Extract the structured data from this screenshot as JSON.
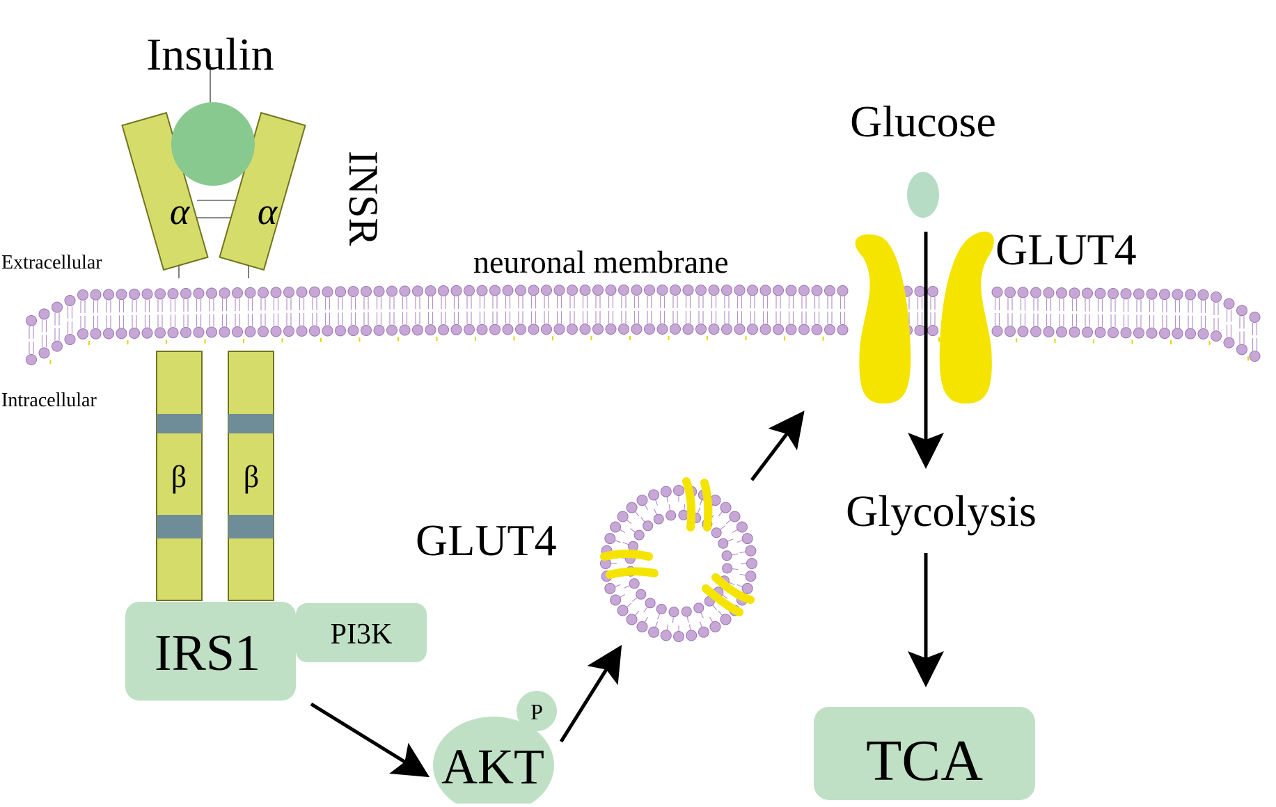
{
  "labels": {
    "insulin": "Insulin",
    "insr": "INSR",
    "alpha": "α",
    "beta": "β",
    "extracellular": "Extracellular",
    "intracellular": "Intracellular",
    "membrane": "neuronal membrane",
    "glucose": "Glucose",
    "glut4_membrane": "GLUT4",
    "glut4_vesicle": "GLUT4",
    "glycolysis": "Glycolysis",
    "irs1": "IRS1",
    "pi3k": "PI3K",
    "akt": "AKT",
    "phospho": "P",
    "tca": "TCA"
  },
  "colors": {
    "lipid_head": "#c6a7d6",
    "lipid_head_stroke": "#9a77b3",
    "lipid_tail": "#b393c8",
    "receptor_fill": "#d6dc6a",
    "receptor_stroke": "#6f7420",
    "receptor_band": "#6f8c99",
    "insulin": "#88c98f",
    "protein_box": "#bfe0c5",
    "glut4": "#f4e400",
    "glucose": "#b7dcc6",
    "arrow": "#000000"
  }
}
